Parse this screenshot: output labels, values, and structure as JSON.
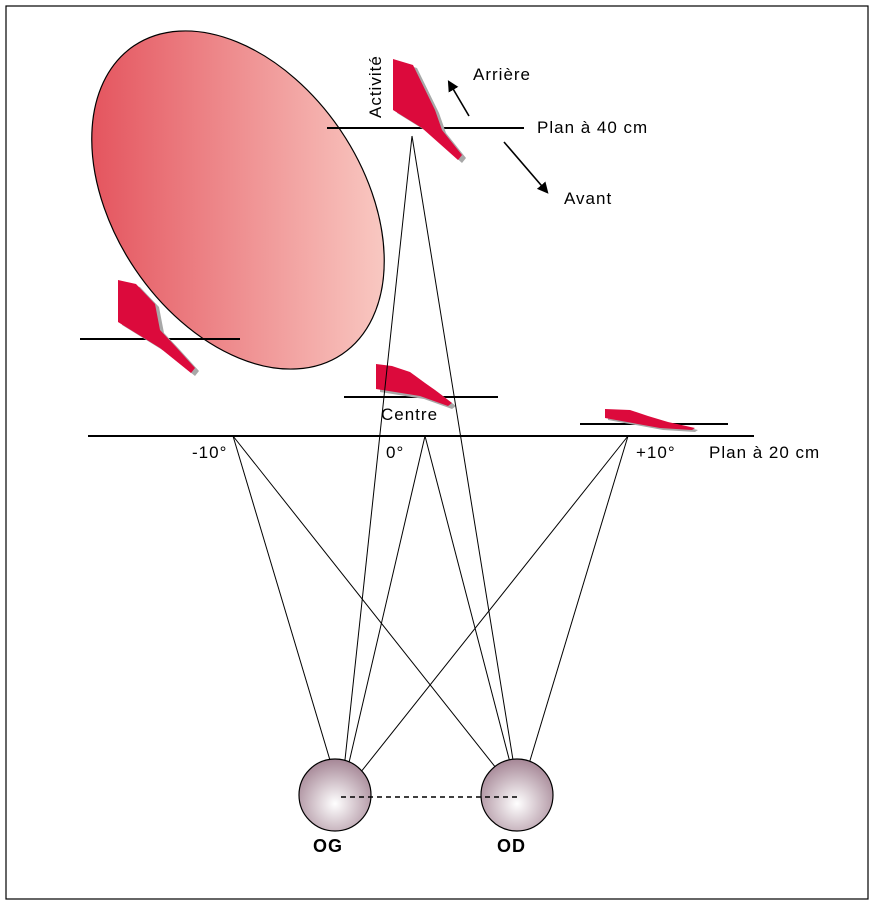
{
  "labels": {
    "activity": "Activité",
    "back": "Arrière",
    "front": "Avant",
    "plane_40": "Plan à 40 cm",
    "plane_20": "Plan à 20 cm",
    "center": "Centre",
    "minus10": "-10°",
    "zero": "0°",
    "plus10": "+10°",
    "left_eye": "OG",
    "right_eye": "OD"
  },
  "colors": {
    "curve_fill": "#dc0a3c",
    "curve_shadow": "#a8a8a8",
    "ellipse_light": "#fde0d6",
    "ellipse_dark": "#e03d4a",
    "eye_light": "#ffffff",
    "eye_dark": "#a88a99"
  }
}
